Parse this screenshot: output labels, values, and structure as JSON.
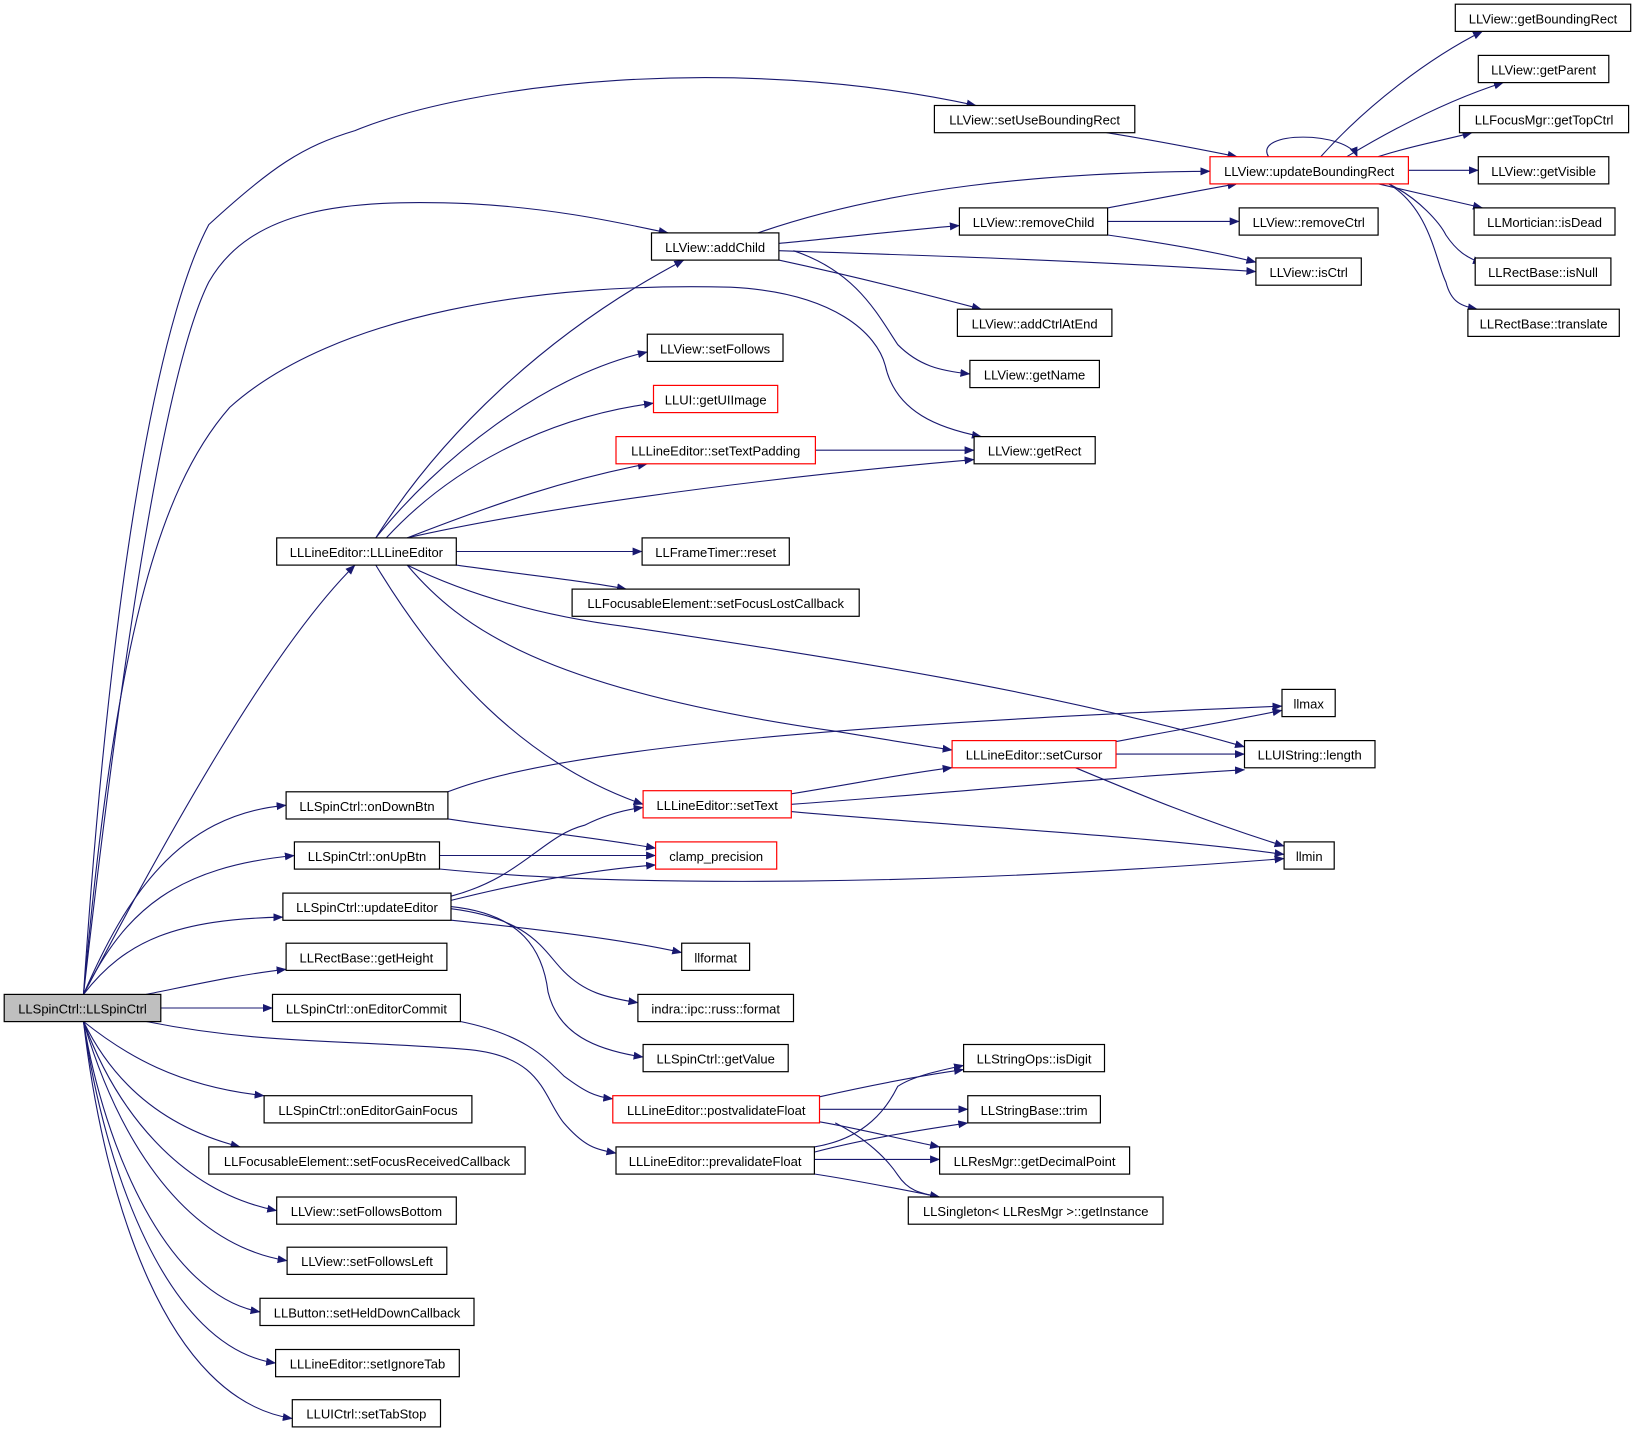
{
  "diagram": {
    "title": "",
    "nodes": [
      {
        "id": "root",
        "label": "LLSpinCtrl::LLSpinCtrl",
        "style": "root"
      },
      {
        "id": "lineEditorCtor",
        "label": "LLLineEditor::LLLineEditor",
        "style": "normal"
      },
      {
        "id": "onDownBtn",
        "label": "LLSpinCtrl::onDownBtn",
        "style": "normal"
      },
      {
        "id": "onUpBtn",
        "label": "LLSpinCtrl::onUpBtn",
        "style": "normal"
      },
      {
        "id": "updateEditor",
        "label": "LLSpinCtrl::updateEditor",
        "style": "normal"
      },
      {
        "id": "getHeight",
        "label": "LLRectBase::getHeight",
        "style": "normal"
      },
      {
        "id": "onEditorCommit",
        "label": "LLSpinCtrl::onEditorCommit",
        "style": "normal"
      },
      {
        "id": "onEditorGainFocus",
        "label": "LLSpinCtrl::onEditorGainFocus",
        "style": "normal"
      },
      {
        "id": "setFocusReceivedCallback",
        "label": "LLFocusableElement::setFocusReceivedCallback",
        "style": "normal"
      },
      {
        "id": "setFollowsBottom",
        "label": "LLView::setFollowsBottom",
        "style": "normal"
      },
      {
        "id": "setFollowsLeft",
        "label": "LLView::setFollowsLeft",
        "style": "normal"
      },
      {
        "id": "setHeldDownCallback",
        "label": "LLButton::setHeldDownCallback",
        "style": "normal"
      },
      {
        "id": "setIgnoreTab",
        "label": "LLLineEditor::setIgnoreTab",
        "style": "normal"
      },
      {
        "id": "setTabStop",
        "label": "LLUICtrl::setTabStop",
        "style": "normal"
      },
      {
        "id": "addChild",
        "label": "LLView::addChild",
        "style": "normal"
      },
      {
        "id": "setFollows",
        "label": "LLView::setFollows",
        "style": "normal"
      },
      {
        "id": "getUIImage",
        "label": "LLUI::getUIImage",
        "style": "red"
      },
      {
        "id": "setTextPadding",
        "label": "LLLineEditor::setTextPadding",
        "style": "red"
      },
      {
        "id": "frameTimerReset",
        "label": "LLFrameTimer::reset",
        "style": "normal"
      },
      {
        "id": "setFocusLostCallback",
        "label": "LLFocusableElement::setFocusLostCallback",
        "style": "normal"
      },
      {
        "id": "setText",
        "label": "LLLineEditor::setText",
        "style": "red"
      },
      {
        "id": "clampPrecision",
        "label": "clamp_precision",
        "style": "red"
      },
      {
        "id": "llformat",
        "label": "llformat",
        "style": "normal"
      },
      {
        "id": "russFormat",
        "label": "indra::ipc::russ::format",
        "style": "normal"
      },
      {
        "id": "getValue",
        "label": "LLSpinCtrl::getValue",
        "style": "normal"
      },
      {
        "id": "postvalidateFloat",
        "label": "LLLineEditor::postvalidateFloat",
        "style": "red"
      },
      {
        "id": "prevalidateFloat",
        "label": "LLLineEditor::prevalidateFloat",
        "style": "normal"
      },
      {
        "id": "setUseBoundingRect",
        "label": "LLView::setUseBoundingRect",
        "style": "normal"
      },
      {
        "id": "removeChild",
        "label": "LLView::removeChild",
        "style": "normal"
      },
      {
        "id": "addCtrlAtEnd",
        "label": "LLView::addCtrlAtEnd",
        "style": "normal"
      },
      {
        "id": "getName",
        "label": "LLView::getName",
        "style": "normal"
      },
      {
        "id": "getRect",
        "label": "LLView::getRect",
        "style": "normal"
      },
      {
        "id": "setCursor",
        "label": "LLLineEditor::setCursor",
        "style": "red"
      },
      {
        "id": "isDigit",
        "label": "LLStringOps::isDigit",
        "style": "normal"
      },
      {
        "id": "trim",
        "label": "LLStringBase::trim",
        "style": "normal"
      },
      {
        "id": "getDecimalPoint",
        "label": "LLResMgr::getDecimalPoint",
        "style": "normal"
      },
      {
        "id": "getInstance",
        "label": "LLSingleton< LLResMgr >::getInstance",
        "style": "normal"
      },
      {
        "id": "updateBoundingRect",
        "label": "LLView::updateBoundingRect",
        "style": "red"
      },
      {
        "id": "removeCtrl",
        "label": "LLView::removeCtrl",
        "style": "normal"
      },
      {
        "id": "isCtrl",
        "label": "LLView::isCtrl",
        "style": "normal"
      },
      {
        "id": "llmax",
        "label": "llmax",
        "style": "normal"
      },
      {
        "id": "uistringLength",
        "label": "LLUIString::length",
        "style": "normal"
      },
      {
        "id": "llmin",
        "label": "llmin",
        "style": "normal"
      },
      {
        "id": "getBoundingRect",
        "label": "LLView::getBoundingRect",
        "style": "normal"
      },
      {
        "id": "getParent",
        "label": "LLView::getParent",
        "style": "normal"
      },
      {
        "id": "getTopCtrl",
        "label": "LLFocusMgr::getTopCtrl",
        "style": "normal"
      },
      {
        "id": "getVisible",
        "label": "LLView::getVisible",
        "style": "normal"
      },
      {
        "id": "isDead",
        "label": "LLMortician::isDead",
        "style": "normal"
      },
      {
        "id": "isNull",
        "label": "LLRectBase::isNull",
        "style": "normal"
      },
      {
        "id": "translate",
        "label": "LLRectBase::translate",
        "style": "normal"
      }
    ],
    "edges": [
      [
        "root",
        "setUseBoundingRect"
      ],
      [
        "root",
        "addChild"
      ],
      [
        "root",
        "getRect"
      ],
      [
        "root",
        "lineEditorCtor"
      ],
      [
        "root",
        "onDownBtn"
      ],
      [
        "root",
        "onUpBtn"
      ],
      [
        "root",
        "updateEditor"
      ],
      [
        "root",
        "getHeight"
      ],
      [
        "root",
        "onEditorCommit"
      ],
      [
        "root",
        "onEditorGainFocus"
      ],
      [
        "root",
        "setFocusReceivedCallback"
      ],
      [
        "root",
        "setFollowsBottom"
      ],
      [
        "root",
        "setFollowsLeft"
      ],
      [
        "root",
        "setHeldDownCallback"
      ],
      [
        "root",
        "setIgnoreTab"
      ],
      [
        "root",
        "setTabStop"
      ],
      [
        "root",
        "prevalidateFloat"
      ],
      [
        "lineEditorCtor",
        "addChild"
      ],
      [
        "lineEditorCtor",
        "setFollows"
      ],
      [
        "lineEditorCtor",
        "getUIImage"
      ],
      [
        "lineEditorCtor",
        "setTextPadding"
      ],
      [
        "lineEditorCtor",
        "getRect"
      ],
      [
        "lineEditorCtor",
        "frameTimerReset"
      ],
      [
        "lineEditorCtor",
        "setFocusLostCallback"
      ],
      [
        "lineEditorCtor",
        "setCursor"
      ],
      [
        "lineEditorCtor",
        "uistringLength"
      ],
      [
        "lineEditorCtor",
        "setText"
      ],
      [
        "onDownBtn",
        "llmax"
      ],
      [
        "onDownBtn",
        "clampPrecision"
      ],
      [
        "onUpBtn",
        "clampPrecision"
      ],
      [
        "onUpBtn",
        "llmin"
      ],
      [
        "updateEditor",
        "setText"
      ],
      [
        "updateEditor",
        "clampPrecision"
      ],
      [
        "updateEditor",
        "llformat"
      ],
      [
        "updateEditor",
        "russFormat"
      ],
      [
        "updateEditor",
        "getValue"
      ],
      [
        "onEditorCommit",
        "postvalidateFloat"
      ],
      [
        "setTextPadding",
        "getRect"
      ],
      [
        "setText",
        "setCursor"
      ],
      [
        "setText",
        "uistringLength"
      ],
      [
        "setText",
        "llmin"
      ],
      [
        "setCursor",
        "llmax"
      ],
      [
        "setCursor",
        "uistringLength"
      ],
      [
        "setCursor",
        "llmin"
      ],
      [
        "postvalidateFloat",
        "isDigit"
      ],
      [
        "postvalidateFloat",
        "trim"
      ],
      [
        "postvalidateFloat",
        "getDecimalPoint"
      ],
      [
        "postvalidateFloat",
        "getInstance"
      ],
      [
        "prevalidateFloat",
        "isDigit"
      ],
      [
        "prevalidateFloat",
        "trim"
      ],
      [
        "prevalidateFloat",
        "getDecimalPoint"
      ],
      [
        "prevalidateFloat",
        "getInstance"
      ],
      [
        "setUseBoundingRect",
        "updateBoundingRect"
      ],
      [
        "addChild",
        "updateBoundingRect"
      ],
      [
        "addChild",
        "removeChild"
      ],
      [
        "addChild",
        "isCtrl"
      ],
      [
        "addChild",
        "addCtrlAtEnd"
      ],
      [
        "addChild",
        "getName"
      ],
      [
        "removeChild",
        "updateBoundingRect"
      ],
      [
        "removeChild",
        "removeCtrl"
      ],
      [
        "removeChild",
        "isCtrl"
      ],
      [
        "updateBoundingRect",
        "updateBoundingRect"
      ],
      [
        "updateBoundingRect",
        "getBoundingRect"
      ],
      [
        "updateBoundingRect",
        "getParent"
      ],
      [
        "updateBoundingRect",
        "getTopCtrl"
      ],
      [
        "updateBoundingRect",
        "getVisible"
      ],
      [
        "updateBoundingRect",
        "isDead"
      ],
      [
        "updateBoundingRect",
        "isNull"
      ],
      [
        "updateBoundingRect",
        "translate"
      ]
    ]
  }
}
